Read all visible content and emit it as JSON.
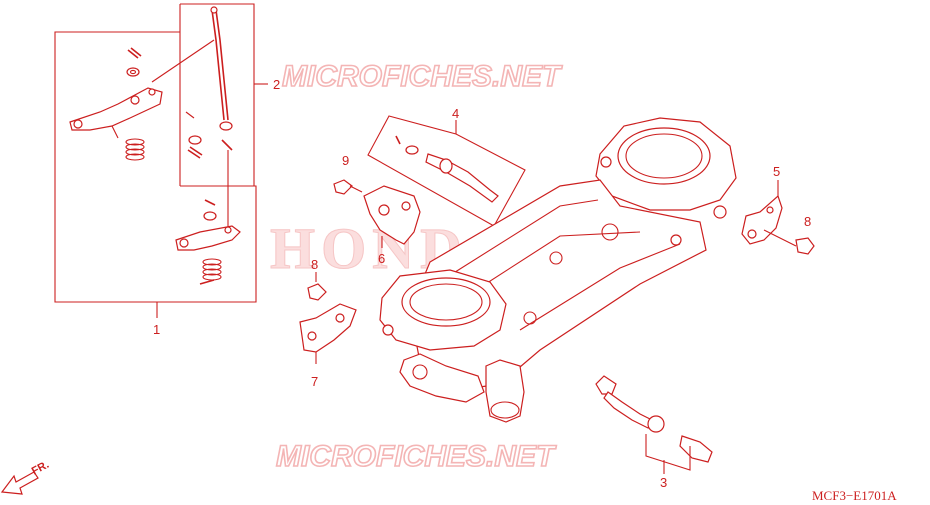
{
  "watermarks": {
    "site_top": "MICROFICHES.NET",
    "site_bottom": "MICROFICHES.NET",
    "brand": "HONDA"
  },
  "callouts": {
    "c1": "1",
    "c2": "2",
    "c3": "3",
    "c4": "4",
    "c5": "5",
    "c6": "6",
    "c7": "7",
    "c8a": "8",
    "c8b": "8",
    "c9": "9"
  },
  "direction_label": "FR.",
  "diagram_code": "MCF3−E1701A",
  "colors": {
    "line": "#cc1f1f",
    "watermark": "#f4b5b5",
    "background": "#ffffff"
  }
}
